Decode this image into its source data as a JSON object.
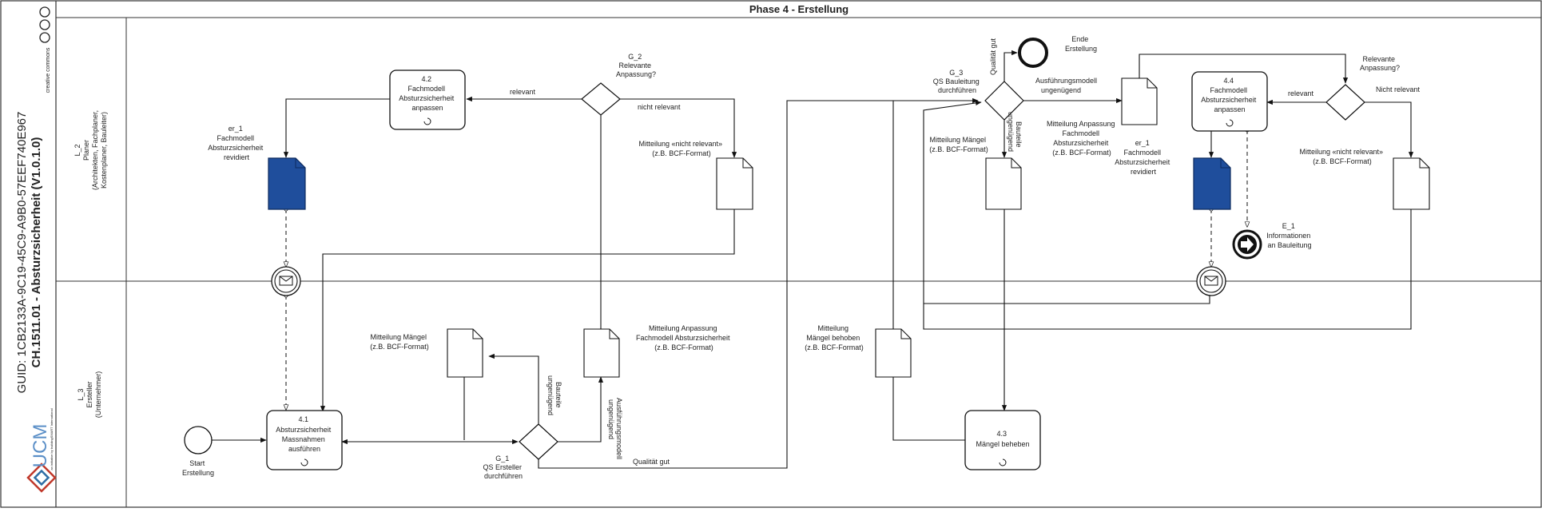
{
  "header": {
    "phase_title": "Phase 4 - Erstellung",
    "guid": "GUID: 1CB2133A-9C19-45C9-A9B0-57EEF740E967",
    "process_title": "CH.1511.01 - Absturzsicherheit (V1.0.1.0)",
    "license": "creative commons"
  },
  "logo": {
    "text": "UCM",
    "tagline": "an initiative by buildingSMART International"
  },
  "lanes": [
    {
      "id": "L_2",
      "role": "Planer",
      "detail": [
        "(Architekten, Fachplaner,",
        "Kostenplaner, Bauleiter)"
      ]
    },
    {
      "id": "L_3",
      "role": "Ersteller",
      "detail": [
        "(Unternehmer)"
      ]
    }
  ],
  "tasks": {
    "t41": [
      "4.1",
      "Absturzsicherheit",
      "Massnahmen",
      "ausführen"
    ],
    "t42": [
      "4.2",
      "Fachmodell",
      "Absturzsicherheit",
      "anpassen"
    ],
    "t43": [
      "4.3",
      "Mängel beheben"
    ],
    "t44": [
      "4.4",
      "Fachmodell",
      "Absturzsicherheit",
      "anpassen"
    ]
  },
  "gateways": {
    "g1": [
      "G_1",
      "QS Ersteller",
      "durchführen"
    ],
    "g2": [
      "G_2",
      "Relevante",
      "Anpassung?"
    ],
    "g3": [
      "G_3",
      "QS Bauleitung",
      "durchführen"
    ],
    "g4": [
      "Relevante",
      "Anpassung?"
    ]
  },
  "events": {
    "start": [
      "Start",
      "Erstellung"
    ],
    "end": [
      "Ende",
      "Erstellung"
    ],
    "e1": [
      "E_1",
      "Informationen",
      "an Bauleitung"
    ]
  },
  "documents": {
    "er1_left": [
      "er_1",
      "Fachmodell",
      "Absturzsicherheit",
      "revidiert"
    ],
    "er1_right": [
      "er_1",
      "Fachmodell",
      "Absturzsicherheit",
      "revidiert"
    ],
    "not_relevant_1": [
      "Mitteilung «nicht relevant»",
      "(z.B. BCF-Format)"
    ],
    "not_relevant_2": [
      "Mitteilung «nicht relevant»",
      "(z.B. BCF-Format)"
    ],
    "maengel_1": [
      "Mitteilung Mängel",
      "(z.B. BCF-Format)"
    ],
    "maengel_2": [
      "Mitteilung Mängel",
      "(z.B. BCF-Format)"
    ],
    "anpassung_1": [
      "Mitteilung Anpassung",
      "Fachmodell Absturzsicherheit",
      "(z.B. BCF-Format)"
    ],
    "anpassung_2": [
      "Mitteilung Anpassung",
      "Fachmodell",
      "Absturzsicherheit",
      "(z.B. BCF-Format)"
    ],
    "behoben": [
      "Mitteilung",
      "Mängel behoben",
      "(z.B. BCF-Format)"
    ]
  },
  "flow_labels": {
    "relevant_1": "relevant",
    "nicht_relevant_1": "nicht relevant",
    "relevant_2": "relevant",
    "nicht_relevant_2": "Nicht relevant",
    "qualitaet_gut_1": "Qualität gut",
    "qualitaet_gut_2": "Qualität gut",
    "ausfuehrungsmodell": "Ausführungsmodell",
    "ungenuegend": "ungenügend",
    "bauteile_1": "Bauteile",
    "ungenuegend_b1": "ungenügend",
    "bauteile_2": "Bauteile",
    "ungenuegend_b2": "ungenügend",
    "ausfuehrungsmodell_v": "Ausführungsmodell",
    "ungenuegend_v": "ungenügend"
  }
}
